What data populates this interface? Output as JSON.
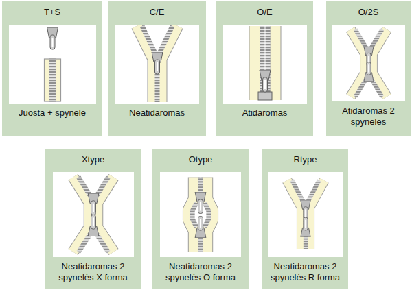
{
  "diagram": {
    "nodes": [
      {
        "text": [
          "T+S",
          "Juosta + spynelė"
        ]
      },
      {
        "text": [
          "C/E",
          "Neatidaromas"
        ]
      },
      {
        "text": [
          "O/E",
          "Atidaromas"
        ]
      },
      {
        "text": [
          "O/2S",
          "Atidaromas 2 spynelės"
        ]
      },
      {
        "text": [
          "Xtype",
          "Neatidaromas 2 spynelės X forma"
        ]
      },
      {
        "text": [
          "Otype",
          "Neatidaromas 2 spynelės O forma"
        ]
      },
      {
        "text": [
          "Rtype",
          "Neatidaromas 2 spynelės R forma"
        ]
      }
    ]
  }
}
